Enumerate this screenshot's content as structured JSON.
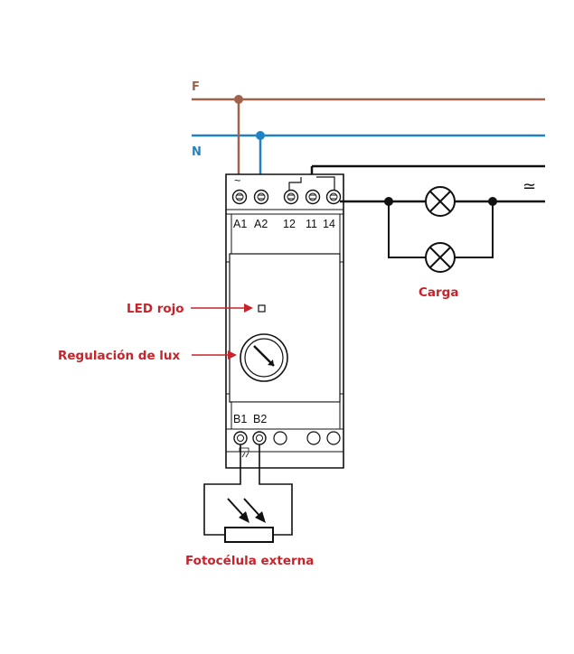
{
  "lines": {
    "phase_label": "F",
    "neutral_label": "N",
    "ac_symbol": "≃",
    "colors": {
      "phase": "#a0624a",
      "neutral": "#1f82c6",
      "wire": "#111111",
      "callout": "#c8222b"
    }
  },
  "device": {
    "top_symbol": "~",
    "top_terminals": [
      "A1",
      "A2",
      "12",
      "11",
      "14"
    ],
    "bottom_terminals": [
      "B1",
      "B2"
    ]
  },
  "callouts": {
    "led": "LED rojo",
    "lux": "Regulación de lux",
    "load": "Carga",
    "photocell": "Fotocélula externa"
  }
}
